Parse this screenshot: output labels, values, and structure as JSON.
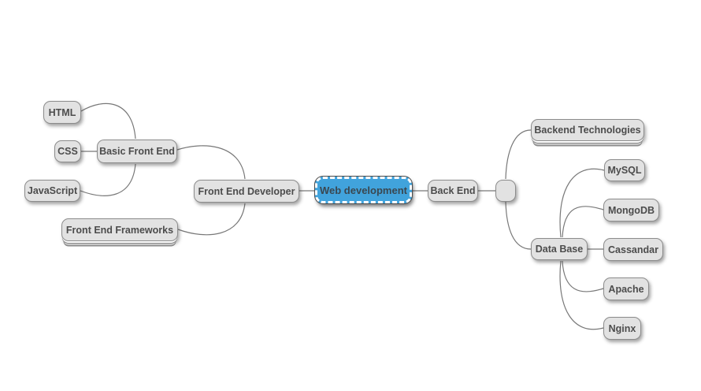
{
  "palette": {
    "canvas_bg": "#ffffff",
    "node_fill": "#e2e2e2",
    "node_border": "#8c8c8c",
    "node_text": "#4c4c4c",
    "root_fill": "#41a3dc",
    "root_border": "#ffffff",
    "root_text": "#3a4750",
    "edge": "#787878"
  },
  "mindmap": {
    "root": {
      "label": "Web development",
      "selected": true
    },
    "nodes": {
      "front_end_developer": {
        "label": "Front End Developer"
      },
      "basic_front_end": {
        "label": "Basic Front End"
      },
      "html": {
        "label": "HTML"
      },
      "css": {
        "label": "CSS"
      },
      "javascript": {
        "label": "JavaScript"
      },
      "front_end_frameworks": {
        "label": "Front End Frameworks",
        "folded": true
      },
      "back_end": {
        "label": "Back End"
      },
      "junction": {
        "label": ""
      },
      "backend_technologies": {
        "label": "Backend Technologies",
        "folded": true
      },
      "data_base": {
        "label": "Data Base"
      },
      "mysql": {
        "label": "MySQL"
      },
      "mongodb": {
        "label": "MongoDB"
      },
      "cassandar": {
        "label": "Cassandar"
      },
      "apache": {
        "label": "Apache"
      },
      "nginx": {
        "label": "Nginx"
      }
    },
    "hierarchy": {
      "Web development": {
        "left": [
          {
            "Front End Developer": [
              {
                "Basic Front End": [
                  "HTML",
                  "CSS",
                  "JavaScript"
                ]
              },
              "Front End Frameworks"
            ]
          }
        ],
        "right": [
          {
            "Back End": [
              {
                "": [
                  "Backend Technologies",
                  {
                    "Data Base": [
                      "MySQL",
                      "MongoDB",
                      "Cassandar",
                      "Apache",
                      "Nginx"
                    ]
                  }
                ]
              }
            ]
          }
        ]
      }
    }
  }
}
